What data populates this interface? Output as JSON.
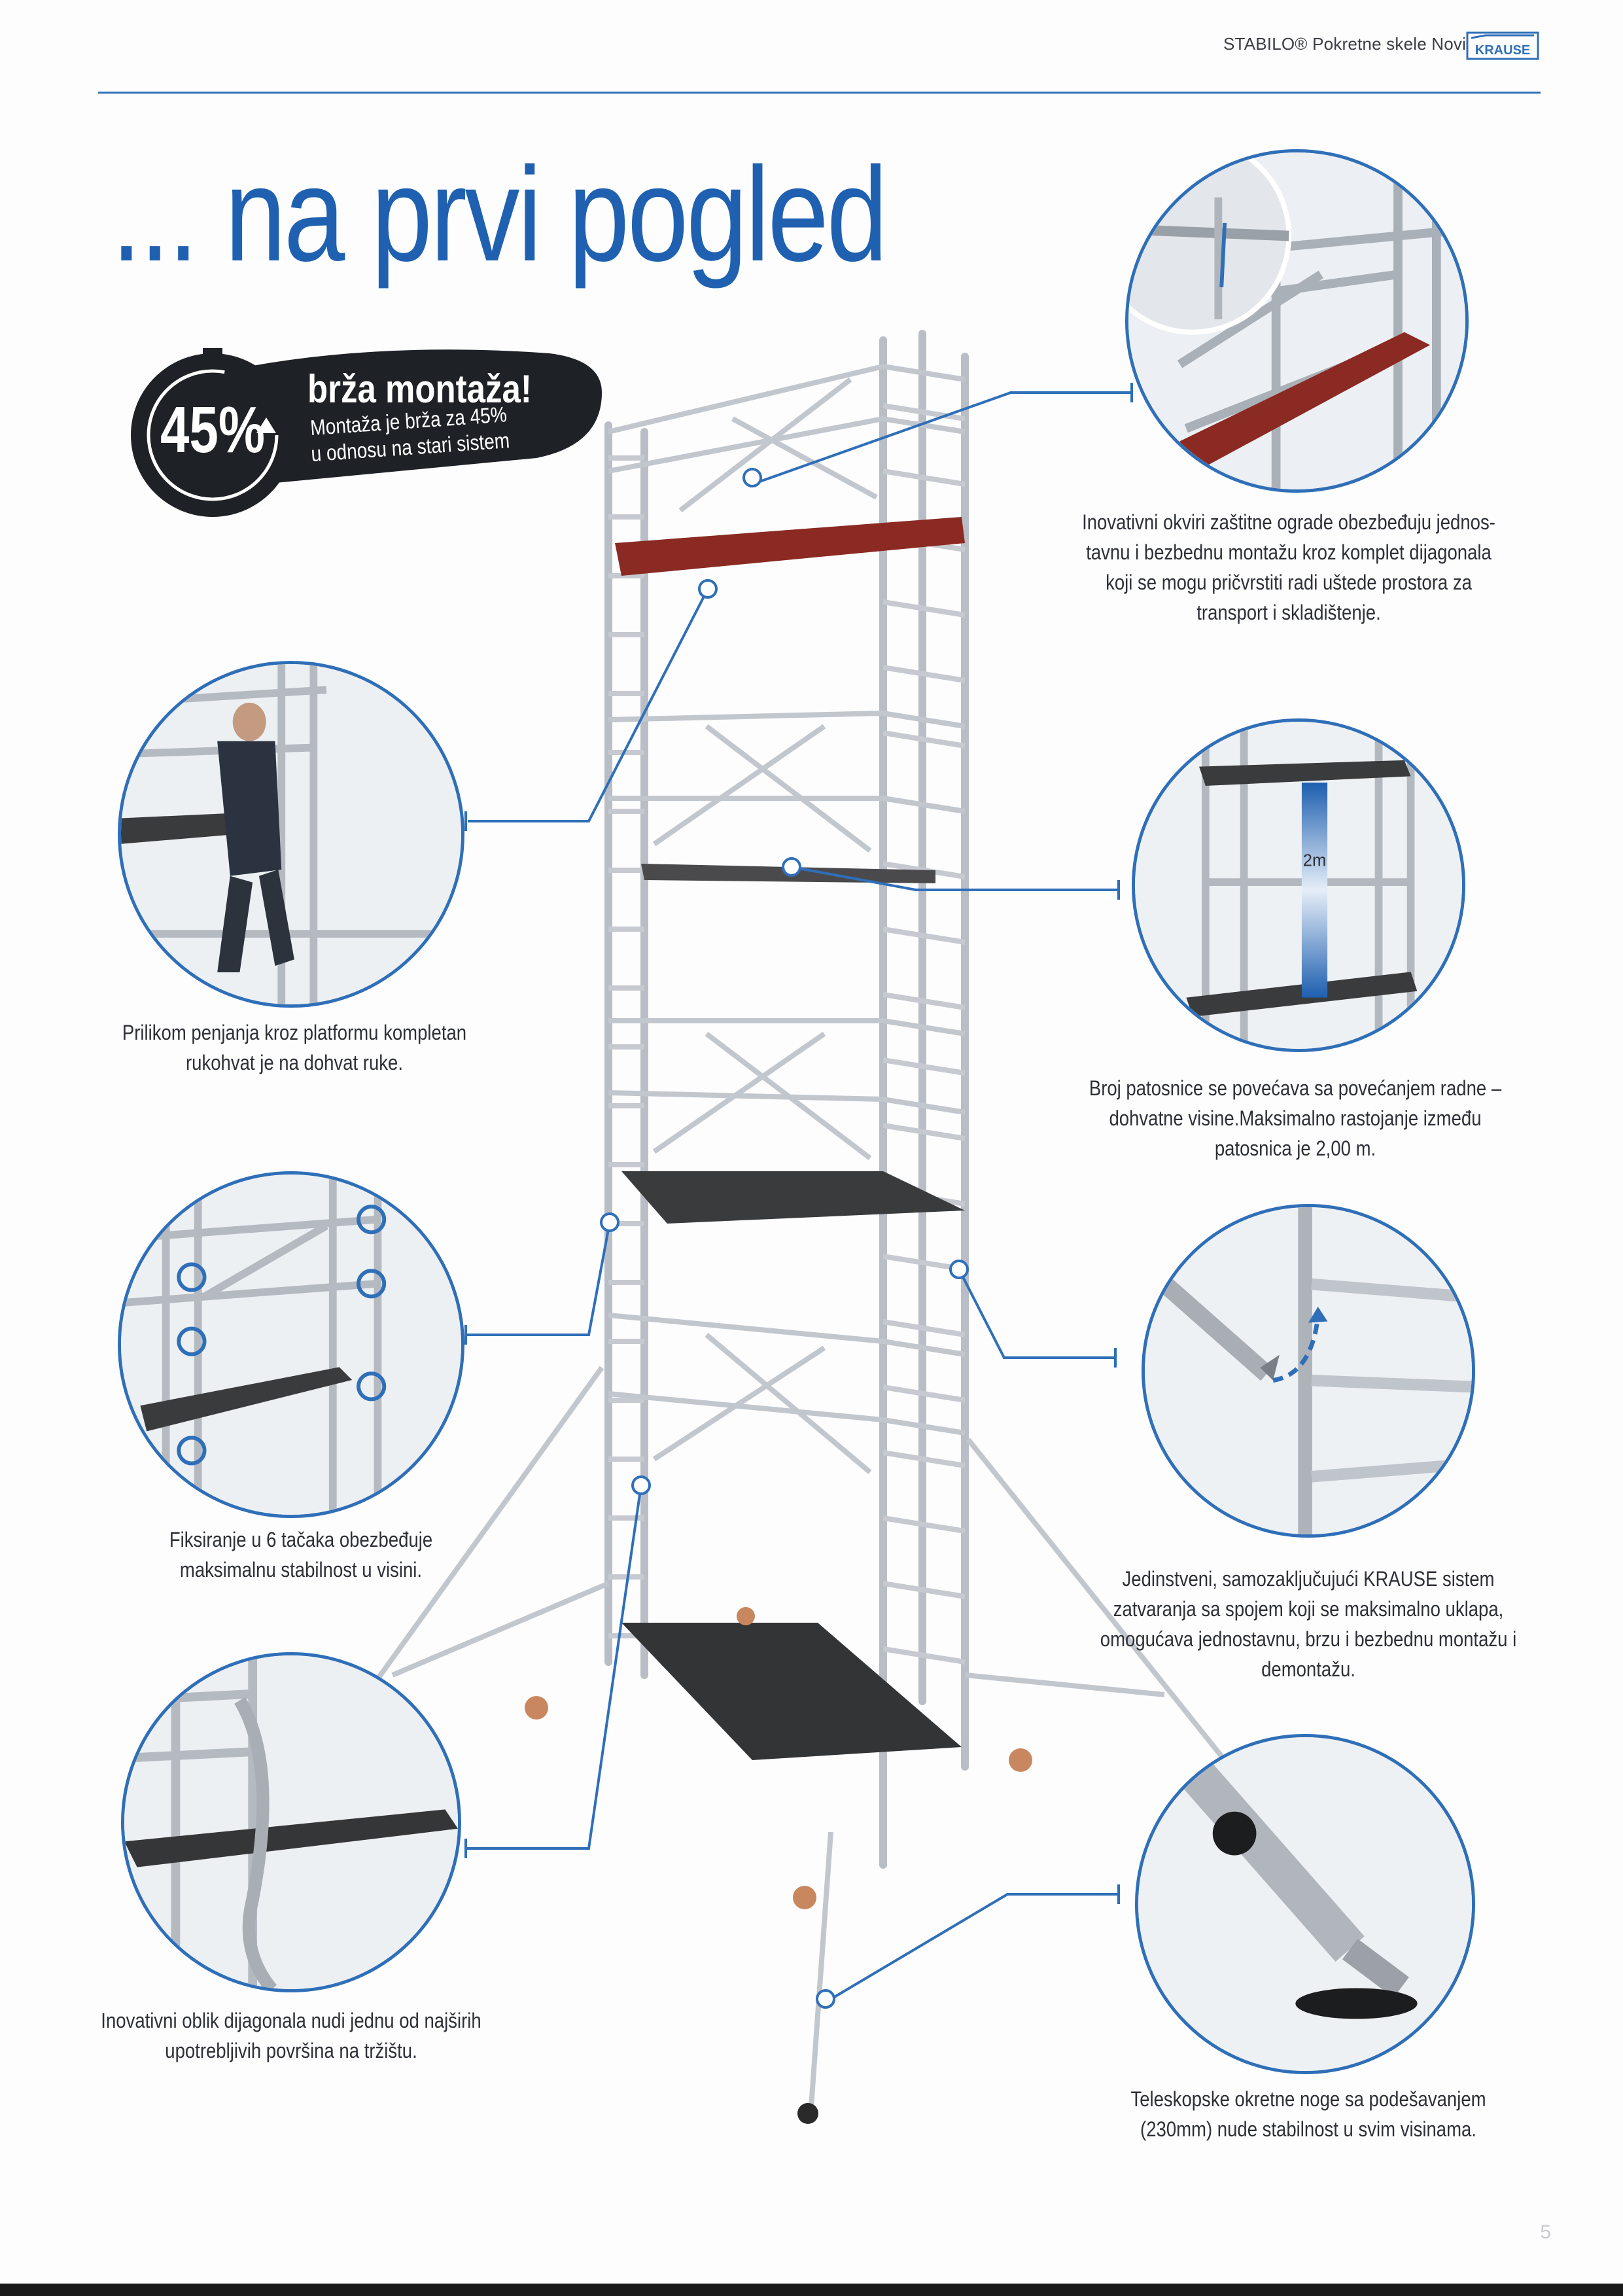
{
  "header": {
    "brand_line": "STABILO® Pokretne skele Novi Stadard",
    "logo_text": "KRAUSE"
  },
  "title": "... na prvi pogled",
  "promo": {
    "percent": "45%",
    "headline": "brža montaža!",
    "text": "Montaža je brža za 45% u odnosu na stari sistem"
  },
  "callouts": [
    {
      "id": "guardrail-frames",
      "caption": "Inovativni okviri zaštitne ograde obezbeđuju jednos-tavnu i bezbednu montažu kroz komplet dijagonala koji se mogu pričvrstiti radi uštede prostora za transport i skladištenje."
    },
    {
      "id": "handrail",
      "caption": "Prilikom penjanja kroz platformu kompletan rukohvat je na dohvat ruke."
    },
    {
      "id": "platform-spacing",
      "caption": "Broj patosnice se povećava sa povećanjem radne – dohvatne visine.Maksimalno rastojanje između patosnica je 2,00 m.",
      "label": "2m"
    },
    {
      "id": "six-points",
      "caption": "Fiksiranje u 6 tačaka obezbeđuje maksimalnu stabilnost u visini."
    },
    {
      "id": "self-locking",
      "caption": "Jedinstveni, samozaključujući KRAUSE sistem zatvaranja sa spojem koji se maksimalno uklapa, omogućava jednostavnu, brzu i bezbednu montažu i demontažu."
    },
    {
      "id": "diagonals",
      "caption": "Inovativni oblik dijagonala nudi jednu od najširih upotrebljivih površina na tržištu."
    },
    {
      "id": "telescopic-legs",
      "caption": "Teleskopske okretne noge sa podešavanjem (230mm) nude stabilnost u svim visinama."
    }
  ],
  "page_number": "5",
  "colors": {
    "accent": "#2f6fb8",
    "title": "#1f61b0",
    "badge": "#1e2126",
    "platform_red": "#8a2a22"
  }
}
